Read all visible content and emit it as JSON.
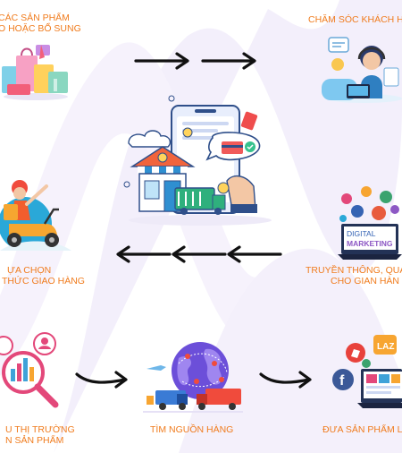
{
  "steps": [
    {
      "line1": "CÁC SẢN PHẨM",
      "line2": "O HOẶC BỔ SUNG"
    },
    {
      "line1": "CHĂM SÓC KHÁCH H",
      "line2": ""
    },
    {
      "line1": "ỰA CHỌN",
      "line2": "THỨC GIAO HÀNG"
    },
    {
      "line1": "TRUYỀN THÔNG, QUA",
      "line2": "CHO GIAN HÀN"
    },
    {
      "line1": "U THỊ TRƯỜNG",
      "line2": "N SẢN PHẨM"
    },
    {
      "line1": "TÌM NGUỒN HÀNG",
      "line2": ""
    },
    {
      "line1": "ĐƯA SẢN PHẨM L",
      "line2": ""
    }
  ],
  "marketing_screen": {
    "line1": "DIGITAL",
    "line2": "MARKETING"
  },
  "social_icons": {
    "laz": "LAZ",
    "facebook": "f"
  },
  "colors": {
    "label": "#f07c1e",
    "wave": "#f1ecfb",
    "arrow": "#111111"
  }
}
